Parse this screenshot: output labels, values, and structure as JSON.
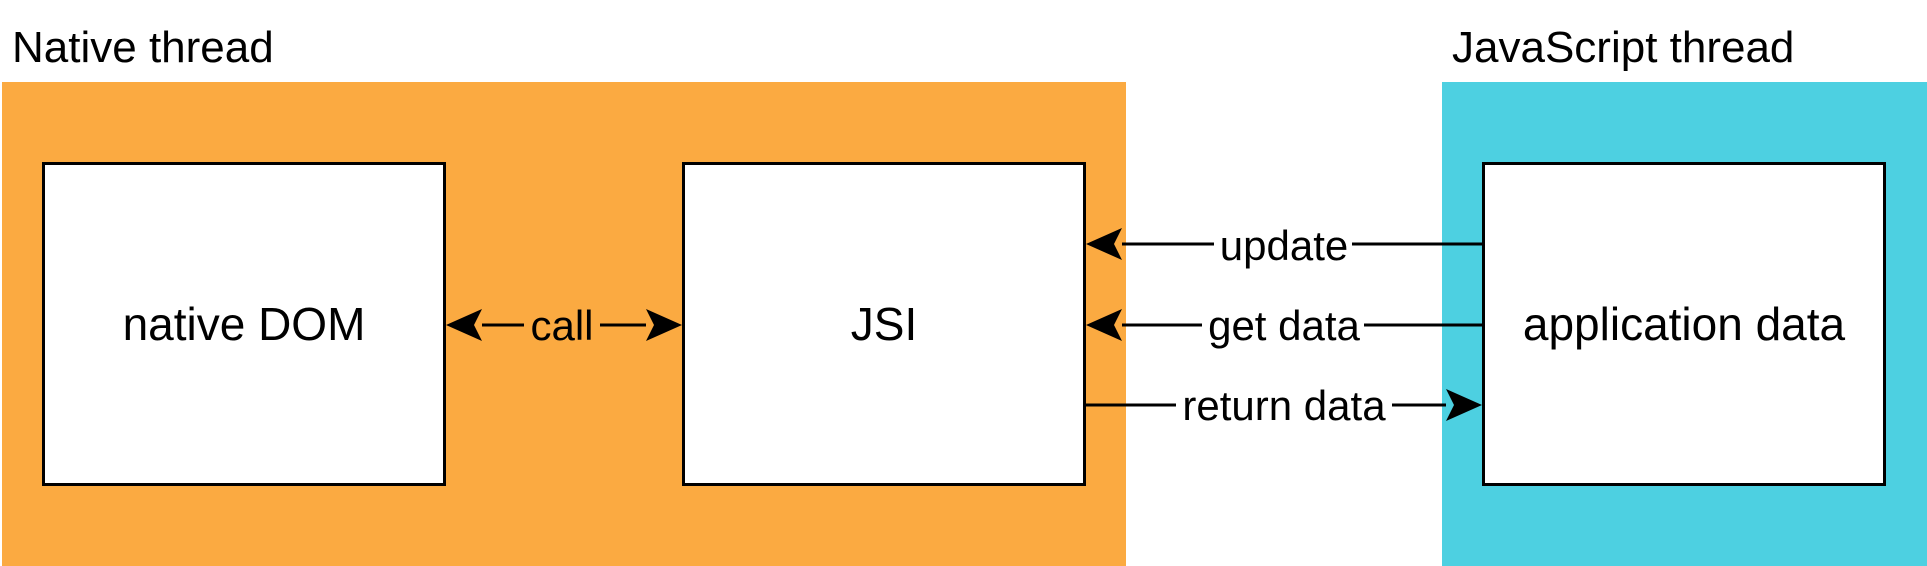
{
  "groups": {
    "native": {
      "title": "Native thread",
      "color": "#FBAA41"
    },
    "javascript": {
      "title": "JavaScript thread",
      "color": "#4DD0E1"
    }
  },
  "nodes": {
    "native_dom": "native DOM",
    "jsi": "JSI",
    "application_data": "application data"
  },
  "edges": {
    "call": "call",
    "update": "update",
    "get_data": "get data",
    "return_data": "return data"
  },
  "colors": {
    "line": "#000000",
    "node_fill": "#FFFFFF"
  }
}
